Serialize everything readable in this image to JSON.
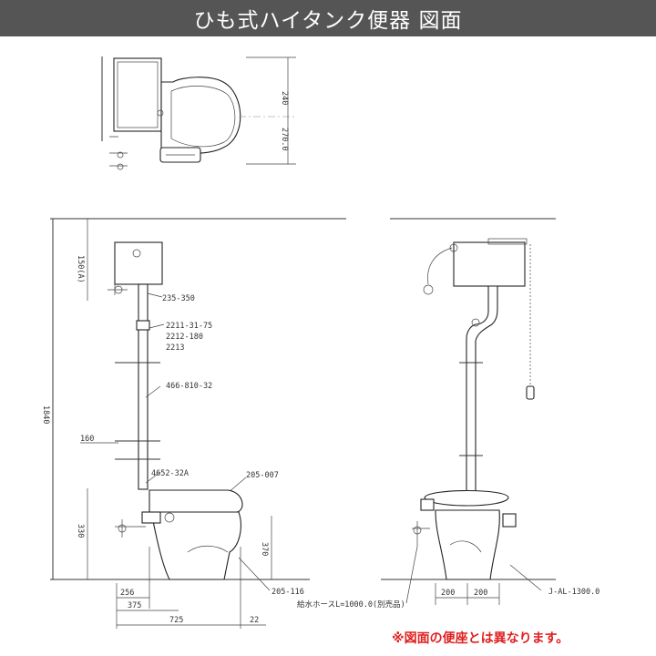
{
  "title": "ひも式ハイタンク便器 図面",
  "note": "※図面の便座とは異なります。",
  "labels": {
    "part_1": "235-350",
    "part_2a": "2211-31-75",
    "part_2b": "2212-180",
    "part_2c": "2213",
    "part_3": "466-810-32",
    "part_4": "4652-32A",
    "part_5": "205-007",
    "part_6": "205-116",
    "hose": "給水ホースL=1000.0(別売品)",
    "chain": "J-AL-1300.0"
  },
  "dims": {
    "d240": "240",
    "d270_top": "270.0",
    "d150": "150(A)",
    "d1840": "1840",
    "d160": "160",
    "d330": "330",
    "d370": "370",
    "d256": "256",
    "d375": "375",
    "d725": "725",
    "d22": "22",
    "d200a": "200",
    "d200b": "200"
  },
  "colors": {
    "title_bg": "#555555",
    "note": "#e02020"
  }
}
